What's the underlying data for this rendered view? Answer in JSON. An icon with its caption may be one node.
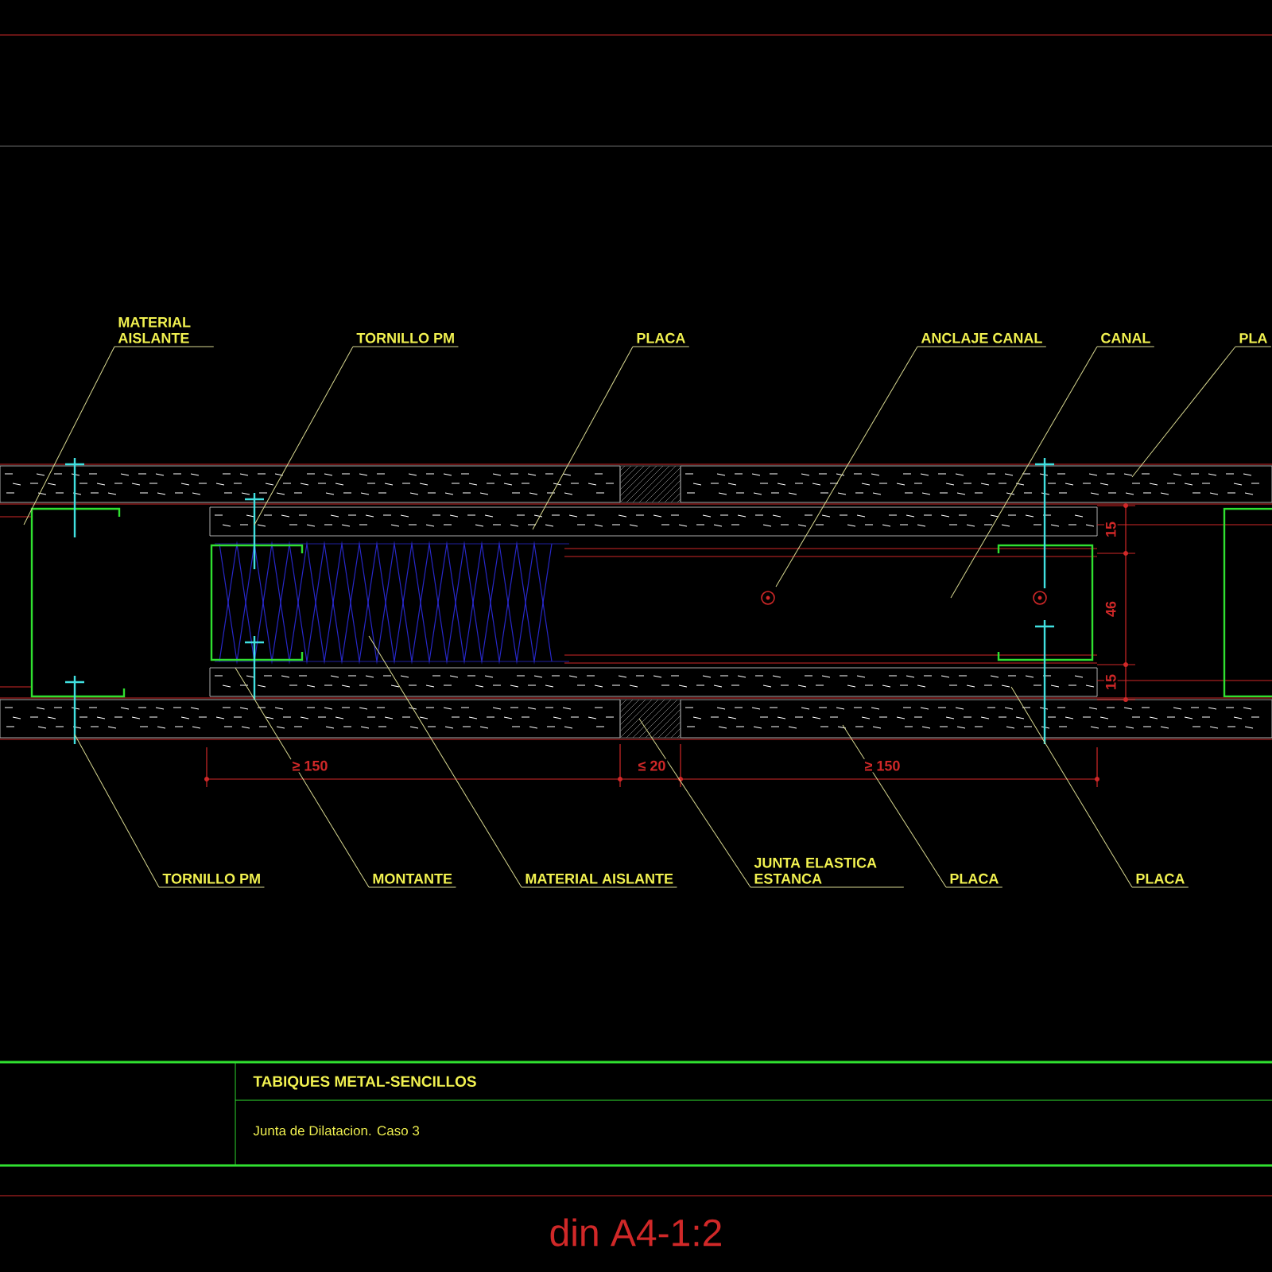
{
  "diagram": {
    "nodes": [
      {
        "text": [
          "MATERIAL AISLANTE"
        ]
      },
      {
        "text": [
          "TORNILLO PM"
        ]
      },
      {
        "text": [
          "PLACA"
        ]
      },
      {
        "text": [
          "ANCLAJE CANAL"
        ]
      },
      {
        "text": [
          "CANAL"
        ]
      },
      {
        "text": [
          "PLA"
        ]
      },
      {
        "text": [
          "TORNILLO PM"
        ]
      },
      {
        "text": [
          "MONTANTE"
        ]
      },
      {
        "text": [
          "MATERIAL AISLANTE"
        ]
      },
      {
        "text": [
          "JUNTA ELASTICA ESTANCA"
        ]
      },
      {
        "text": [
          "PLACA"
        ]
      },
      {
        "text": [
          "PLACA"
        ]
      }
    ],
    "edges": [
      {
        "from": 0,
        "to": null,
        "arrow": "none"
      },
      {
        "from": 1,
        "to": null,
        "arrow": "none"
      },
      {
        "from": 2,
        "to": null,
        "arrow": "none"
      },
      {
        "from": 3,
        "to": null,
        "arrow": "none"
      },
      {
        "from": 4,
        "to": null,
        "arrow": "none"
      },
      {
        "from": 5,
        "to": null,
        "arrow": "none"
      },
      {
        "from": 6,
        "to": null,
        "arrow": "none"
      },
      {
        "from": 7,
        "to": null,
        "arrow": "none"
      },
      {
        "from": 8,
        "to": null,
        "arrow": "none"
      },
      {
        "from": 9,
        "to": null,
        "arrow": "none"
      },
      {
        "from": 10,
        "to": null,
        "arrow": "none"
      },
      {
        "from": 11,
        "to": null,
        "arrow": "none"
      }
    ],
    "labels": [
      "≥ 150",
      "≤ 20",
      "≥ 150",
      "15",
      "46",
      "15",
      "TABIQUES METAL-SENCILLOS",
      "Junta de Dilatacion. Caso 3",
      "din A4-1:2"
    ]
  }
}
